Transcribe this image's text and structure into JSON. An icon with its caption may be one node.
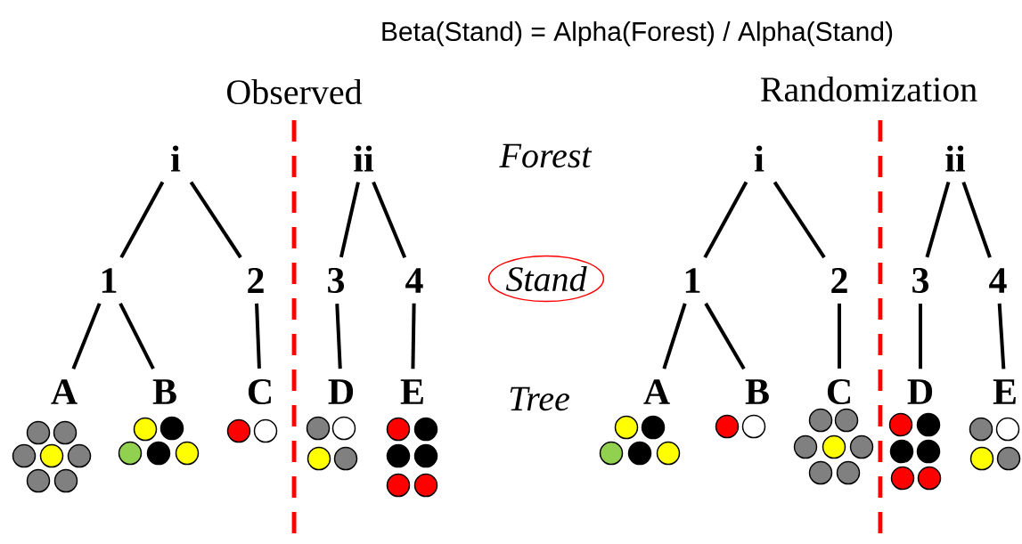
{
  "diagram": {
    "title": "Beta(Stand) = Alpha(Forest) / Alpha(Stand)",
    "nodes": [
      {
        "text": [
          "i"
        ]
      },
      {
        "text": [
          "ii"
        ]
      },
      {
        "text": [
          "1"
        ]
      },
      {
        "text": [
          "2"
        ]
      },
      {
        "text": [
          "3"
        ]
      },
      {
        "text": [
          "4"
        ]
      },
      {
        "text": [
          "A"
        ]
      },
      {
        "text": [
          "B"
        ]
      },
      {
        "text": [
          "C"
        ]
      },
      {
        "text": [
          "D"
        ]
      },
      {
        "text": [
          "E"
        ]
      },
      {
        "text": [
          "i"
        ]
      },
      {
        "text": [
          "ii"
        ]
      },
      {
        "text": [
          "1"
        ]
      },
      {
        "text": [
          "2"
        ]
      },
      {
        "text": [
          "3"
        ]
      },
      {
        "text": [
          "4"
        ]
      },
      {
        "text": [
          "A"
        ]
      },
      {
        "text": [
          "B"
        ]
      },
      {
        "text": [
          "C"
        ]
      },
      {
        "text": [
          "D"
        ]
      },
      {
        "text": [
          "E"
        ]
      },
      {
        "text": [
          "Stand"
        ]
      }
    ],
    "edges": [
      {
        "from": 0,
        "to": 2,
        "arrow": "none"
      },
      {
        "from": 0,
        "to": 3,
        "arrow": "none"
      },
      {
        "from": 1,
        "to": 4,
        "arrow": "none"
      },
      {
        "from": 1,
        "to": 5,
        "arrow": "none"
      },
      {
        "from": 2,
        "to": 6,
        "arrow": "none"
      },
      {
        "from": 2,
        "to": 7,
        "arrow": "none"
      },
      {
        "from": 3,
        "to": 8,
        "arrow": "none"
      },
      {
        "from": 4,
        "to": 9,
        "arrow": "none"
      },
      {
        "from": 5,
        "to": 10,
        "arrow": "none"
      },
      {
        "from": 11,
        "to": 13,
        "arrow": "none"
      },
      {
        "from": 11,
        "to": 14,
        "arrow": "none"
      },
      {
        "from": 12,
        "to": 15,
        "arrow": "none"
      },
      {
        "from": 12,
        "to": 16,
        "arrow": "none"
      },
      {
        "from": 13,
        "to": 17,
        "arrow": "none"
      },
      {
        "from": 13,
        "to": 18,
        "arrow": "none"
      },
      {
        "from": 14,
        "to": 19,
        "arrow": "none"
      },
      {
        "from": 15,
        "to": 20,
        "arrow": "none"
      },
      {
        "from": 16,
        "to": 21,
        "arrow": "none"
      }
    ],
    "labels": [
      "Observed",
      "Randomization",
      "Forest",
      "Tree"
    ]
  }
}
